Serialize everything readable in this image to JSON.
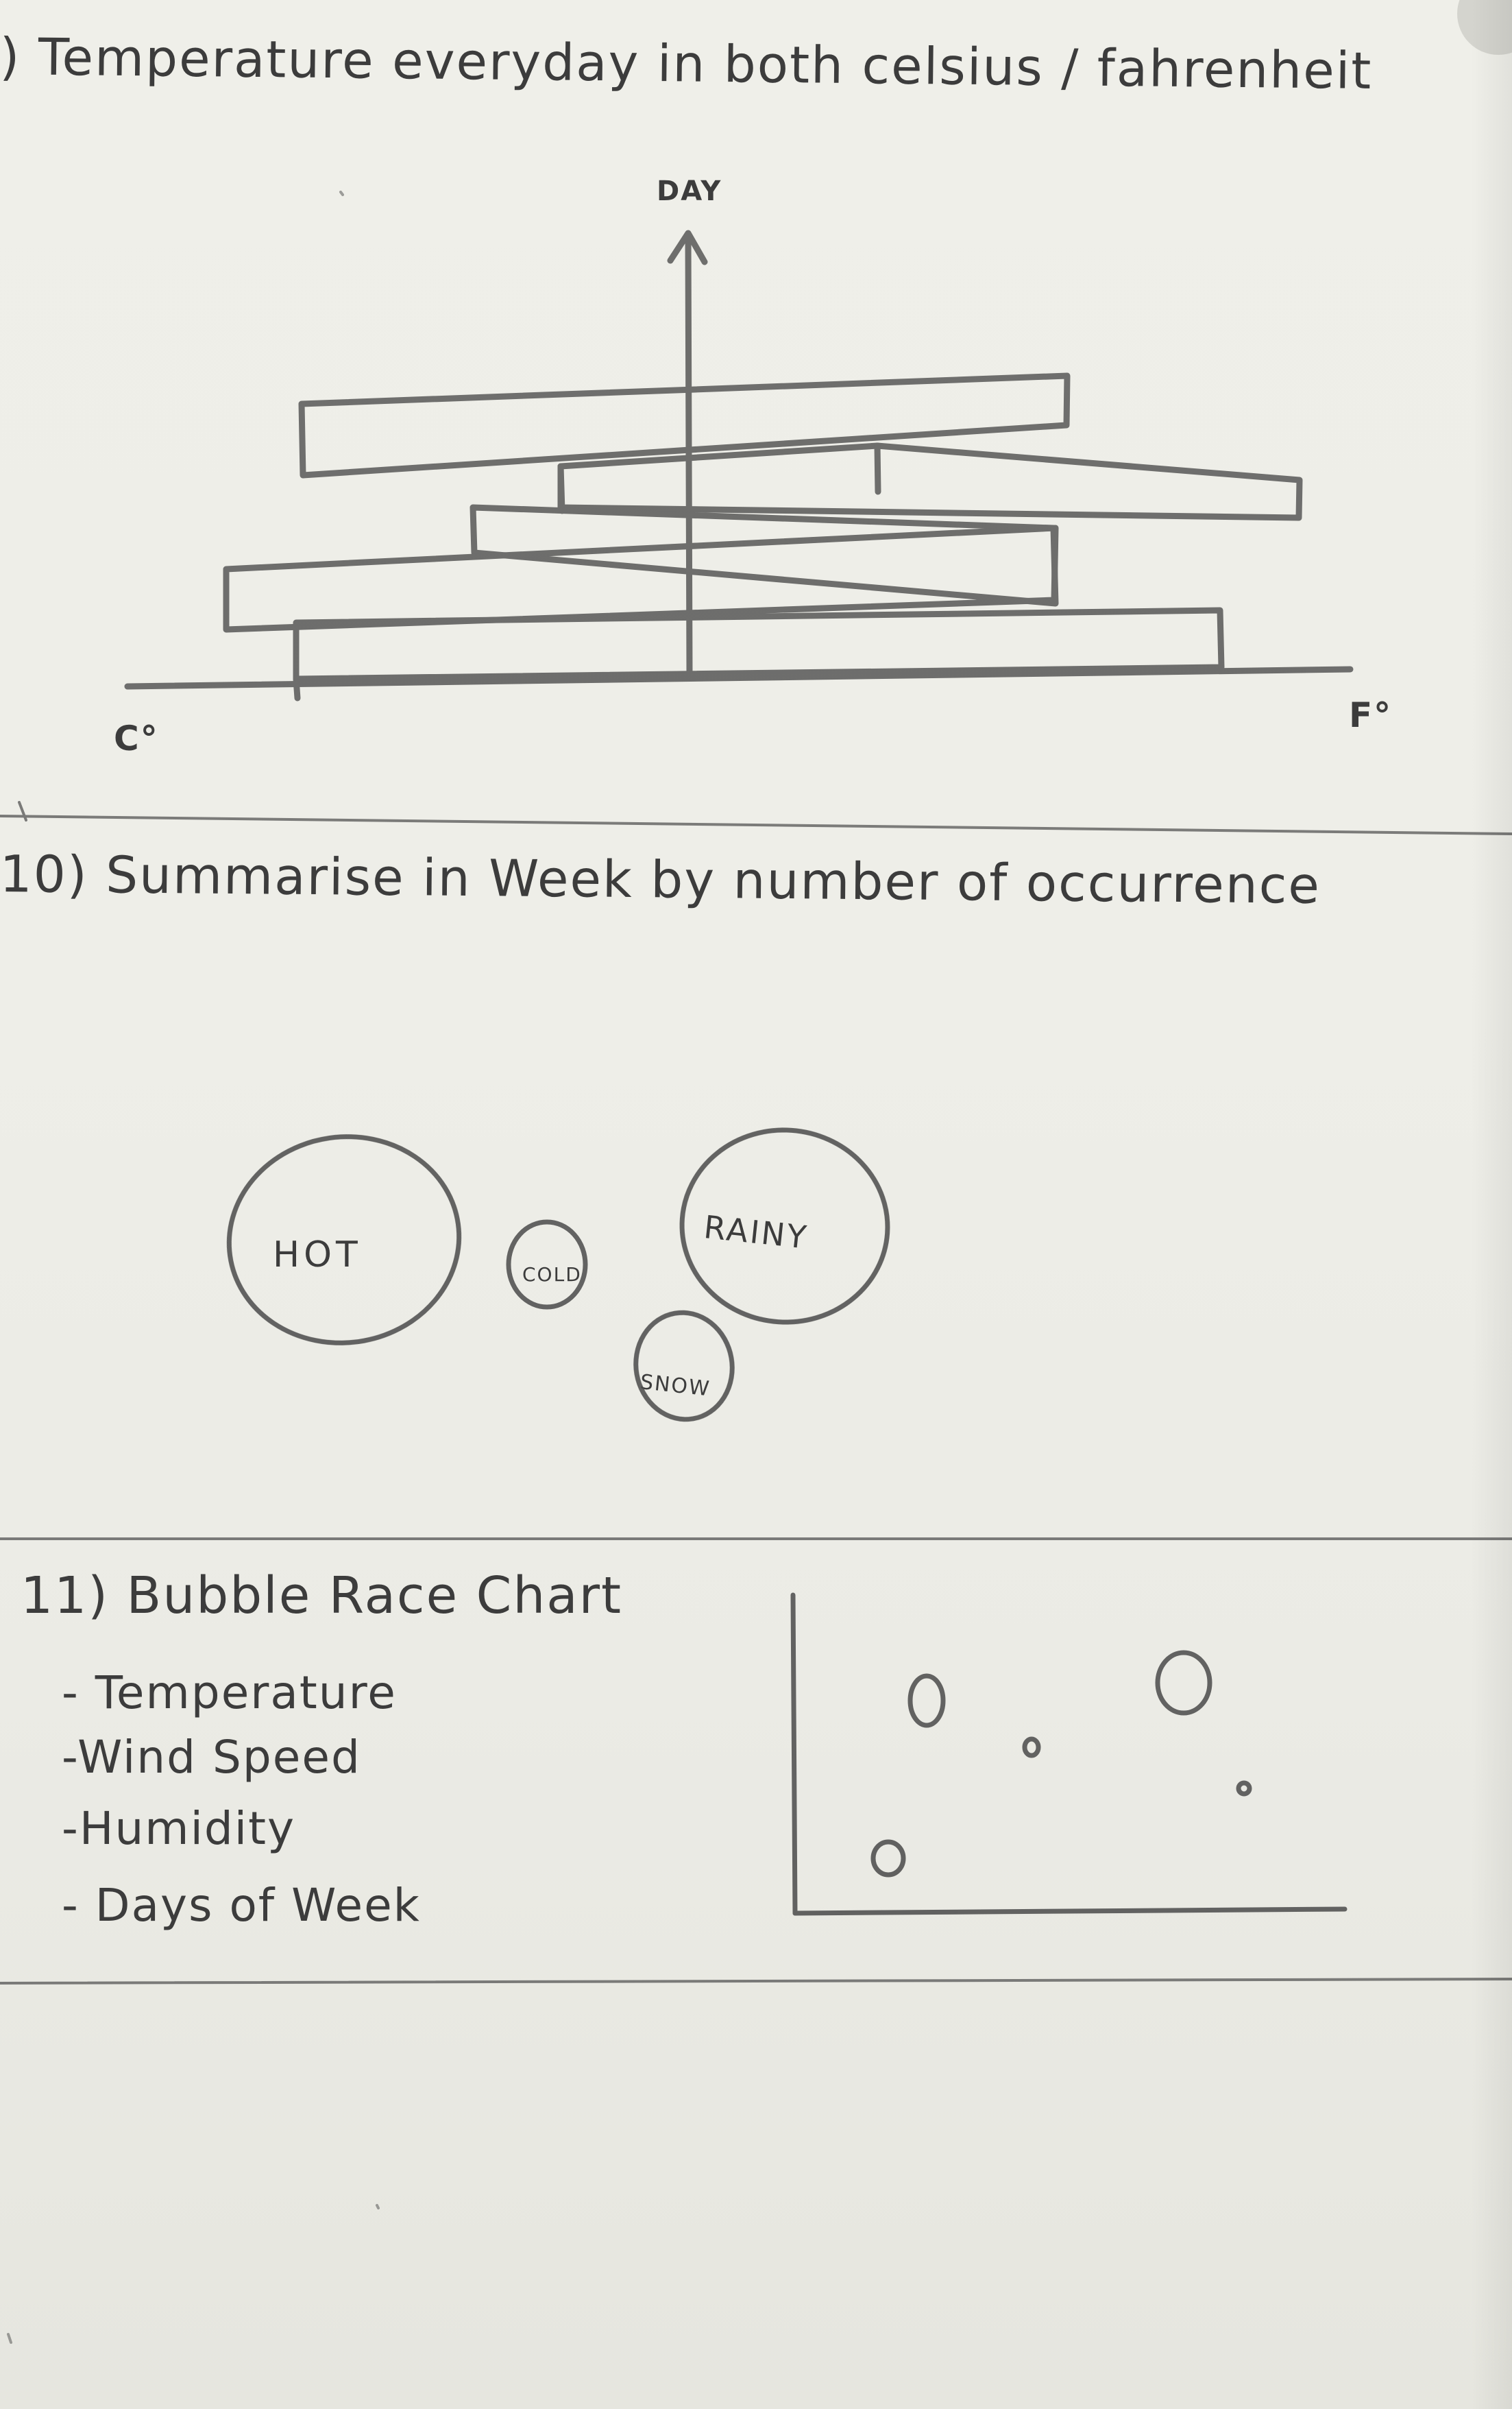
{
  "section9": {
    "title": ") Temperature everyday in both celsius / fahrenheit",
    "y_axis_label": "DAY",
    "left_axis_label": "C°",
    "right_axis_label": "F°"
  },
  "section10": {
    "title": "10) Summarise in Week by number of occurrence",
    "bubbles": [
      "HOT",
      "COLD",
      "RAINY",
      "SNOW"
    ]
  },
  "section11": {
    "title": "11) Bubble Race Chart",
    "items": [
      "- Temperature",
      "-Wind Speed",
      "-Humidity",
      "- Days of Week"
    ]
  },
  "colors": {
    "paper": "#efefe9",
    "pencil": "#4a4a4a"
  }
}
